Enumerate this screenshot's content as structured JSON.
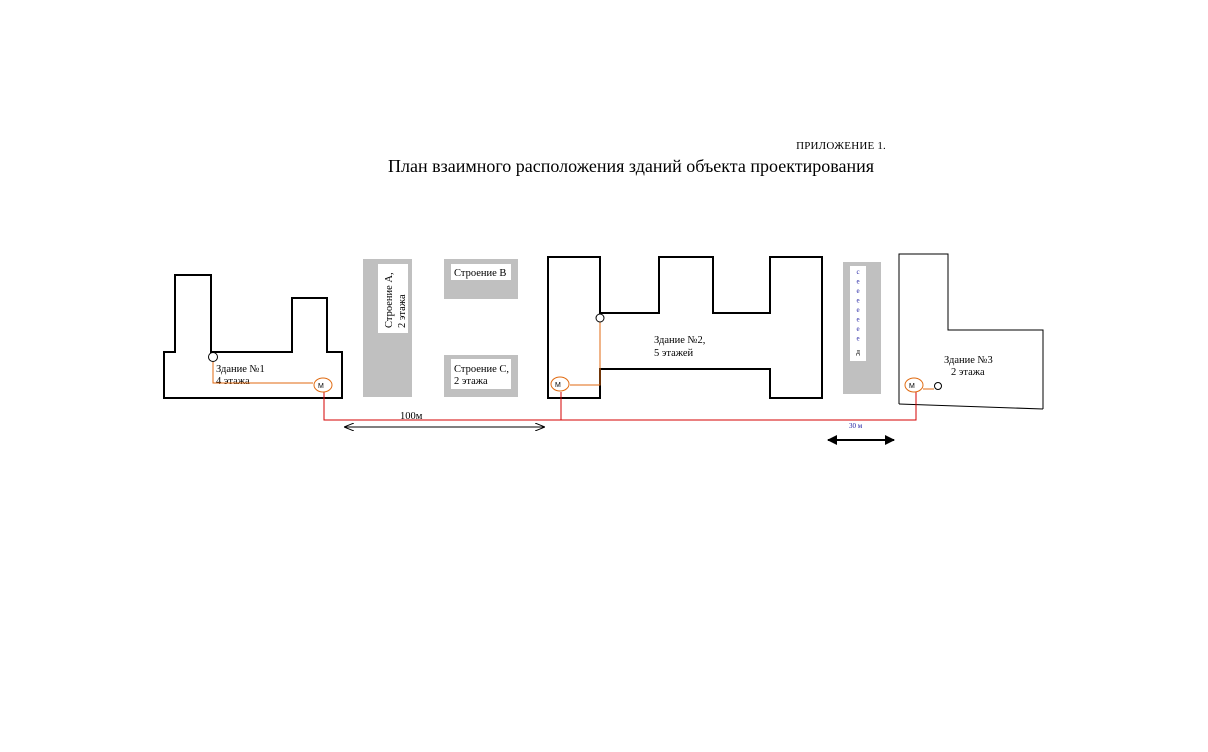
{
  "header": {
    "annex": "ПРИЛОЖЕНИЕ 1.",
    "title": "План взаимного расположения зданий объекта проектирования"
  },
  "buildings": {
    "b1": {
      "line1": "Здание №1",
      "line2": "4 этажа"
    },
    "b2": {
      "line1": "Здание №2,",
      "line2": "5 этажей"
    },
    "b3": {
      "line1": "Здание №3",
      "line2": "2 этажа"
    }
  },
  "structures": {
    "a": {
      "line1": "Строение А,",
      "line2": "2 этажа"
    },
    "b": {
      "label": "Строение B"
    },
    "c": {
      "line1": "Строение C,",
      "line2": "2 этажа"
    },
    "d": {
      "letters": [
        "с",
        "е",
        "е",
        "е",
        "е",
        "е",
        "е",
        "е",
        "д"
      ]
    }
  },
  "distances": {
    "d100": "100м",
    "d30": "30 м"
  },
  "meter_symbol": "M",
  "colors": {
    "outline": "#000000",
    "structure_fill": "#c0c0c0",
    "network_line": "#d40000",
    "branch_line": "#e06a10",
    "meter_circle": "#e06a10",
    "vertical_letters": "#1a1aa0"
  }
}
